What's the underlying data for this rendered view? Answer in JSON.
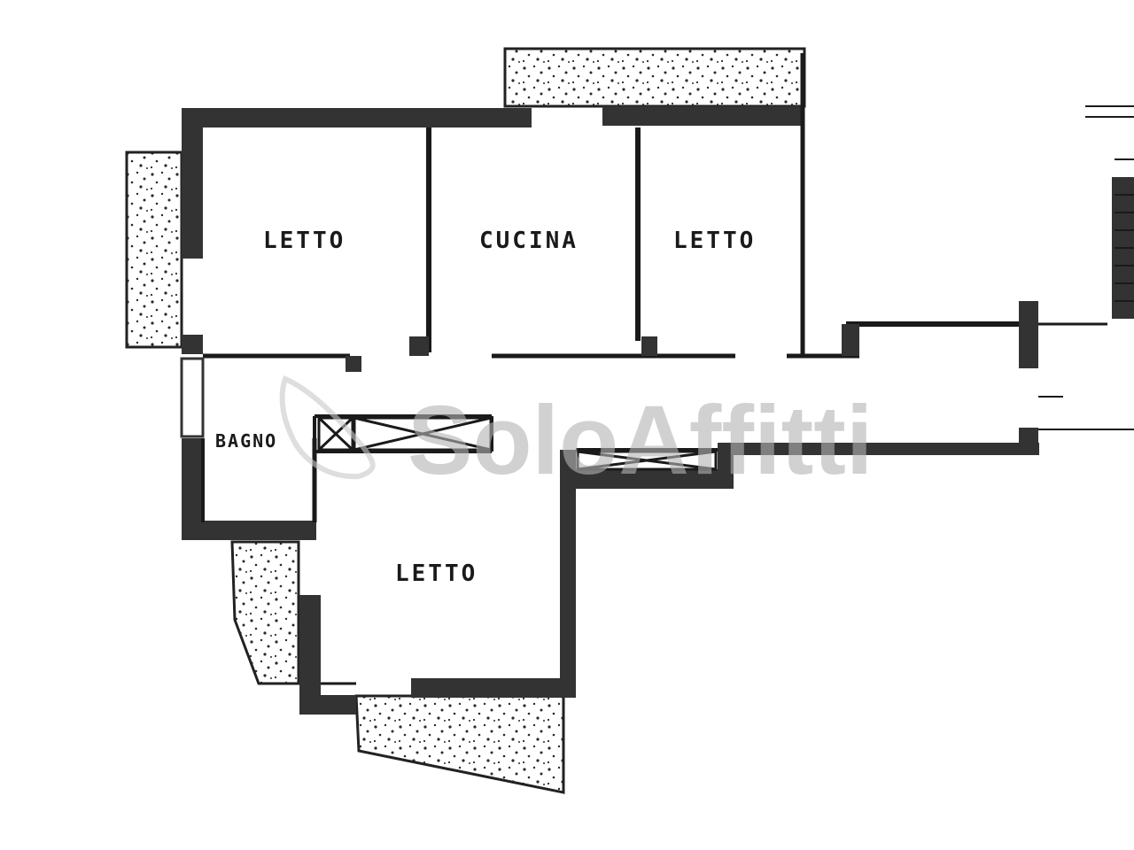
{
  "rooms": {
    "bedroom_1": "LETTO",
    "kitchen": "CUCINA",
    "bedroom_2": "LETTO",
    "bathroom": "BAGNO",
    "bedroom_3": "LETTO"
  },
  "watermark": {
    "text": "SoloAffitti",
    "color": "#b4b4b4"
  },
  "colors": {
    "wall": "#333333",
    "line": "#1a1a1a",
    "background": "#ffffff"
  },
  "icons": {
    "watermark_logo": "solo-affitti-logo-icon"
  }
}
